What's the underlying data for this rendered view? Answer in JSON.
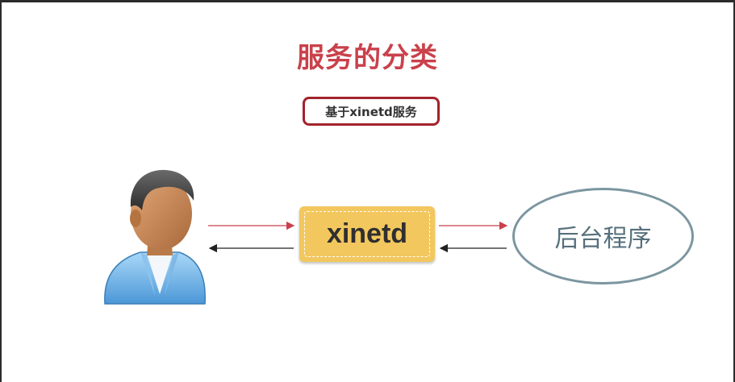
{
  "title": "服务的分类",
  "subtitle": "基于xinetd服务",
  "nodes": {
    "user": {
      "icon": "user-person-icon"
    },
    "middle": {
      "label": "xinetd"
    },
    "backend": {
      "label": "后台程序"
    }
  },
  "colors": {
    "title": "#c9414b",
    "subtitle_border": "#a3232b",
    "xinetd_fill": "#f2c75e",
    "ellipse_border": "#7c96a0",
    "request_arrow": "#c9414b",
    "response_arrow": "#222222"
  }
}
